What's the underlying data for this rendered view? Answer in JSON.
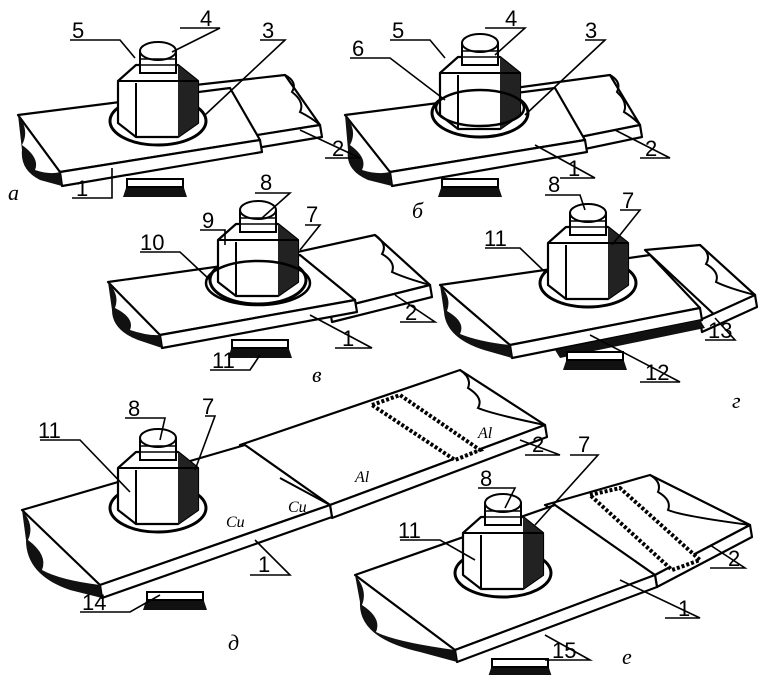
{
  "figure": {
    "panels": [
      {
        "id": "a",
        "letter": "а",
        "labels": [
          "5",
          "4",
          "3",
          "2",
          "1"
        ]
      },
      {
        "id": "b",
        "letter": "б",
        "labels": [
          "5",
          "4",
          "6",
          "3",
          "1",
          "2"
        ]
      },
      {
        "id": "v",
        "letter": "в",
        "labels": [
          "8",
          "9",
          "7",
          "10",
          "1",
          "2",
          "11"
        ]
      },
      {
        "id": "g",
        "letter": "г",
        "labels": [
          "8",
          "7",
          "11",
          "13",
          "12"
        ]
      },
      {
        "id": "d",
        "letter": "д",
        "labels": [
          "8",
          "11",
          "7",
          "2",
          "1",
          "14"
        ],
        "materials": [
          "Cu",
          "Cu",
          "Al",
          "Al"
        ]
      },
      {
        "id": "e",
        "letter": "е",
        "labels": [
          "8",
          "7",
          "11",
          "2",
          "1",
          "15"
        ]
      }
    ]
  }
}
